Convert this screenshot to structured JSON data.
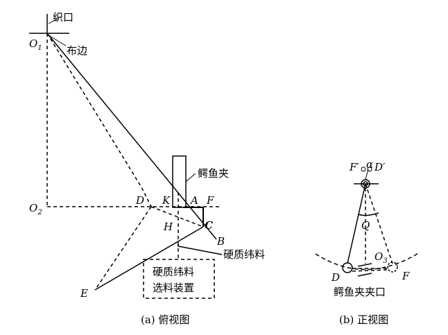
{
  "top_view": {
    "caption": "(a) 俯视图",
    "labels": {
      "shed": "织口",
      "selvage": "布边",
      "clip": "鳄鱼夹",
      "hard_weft": "硬质纬料",
      "device_line1": "硬质纬料",
      "device_line2": "选料装置"
    },
    "points": {
      "O1": "O",
      "O1_sub": "1",
      "O2": "O",
      "O2_sub": "2",
      "D": "D",
      "K": "K",
      "A": "A",
      "F": "F",
      "H": "H",
      "C": "C",
      "B": "B",
      "E": "E"
    }
  },
  "front_view": {
    "caption": "(b) 正视图",
    "labels": {
      "clip_mouth": "鳄鱼夹夹口"
    },
    "points": {
      "Fp": "F′",
      "alpha": "α",
      "Dp": "D′",
      "Q": "Q",
      "O3": "O",
      "O3_sub": "3",
      "D": "D",
      "F": "F"
    }
  }
}
